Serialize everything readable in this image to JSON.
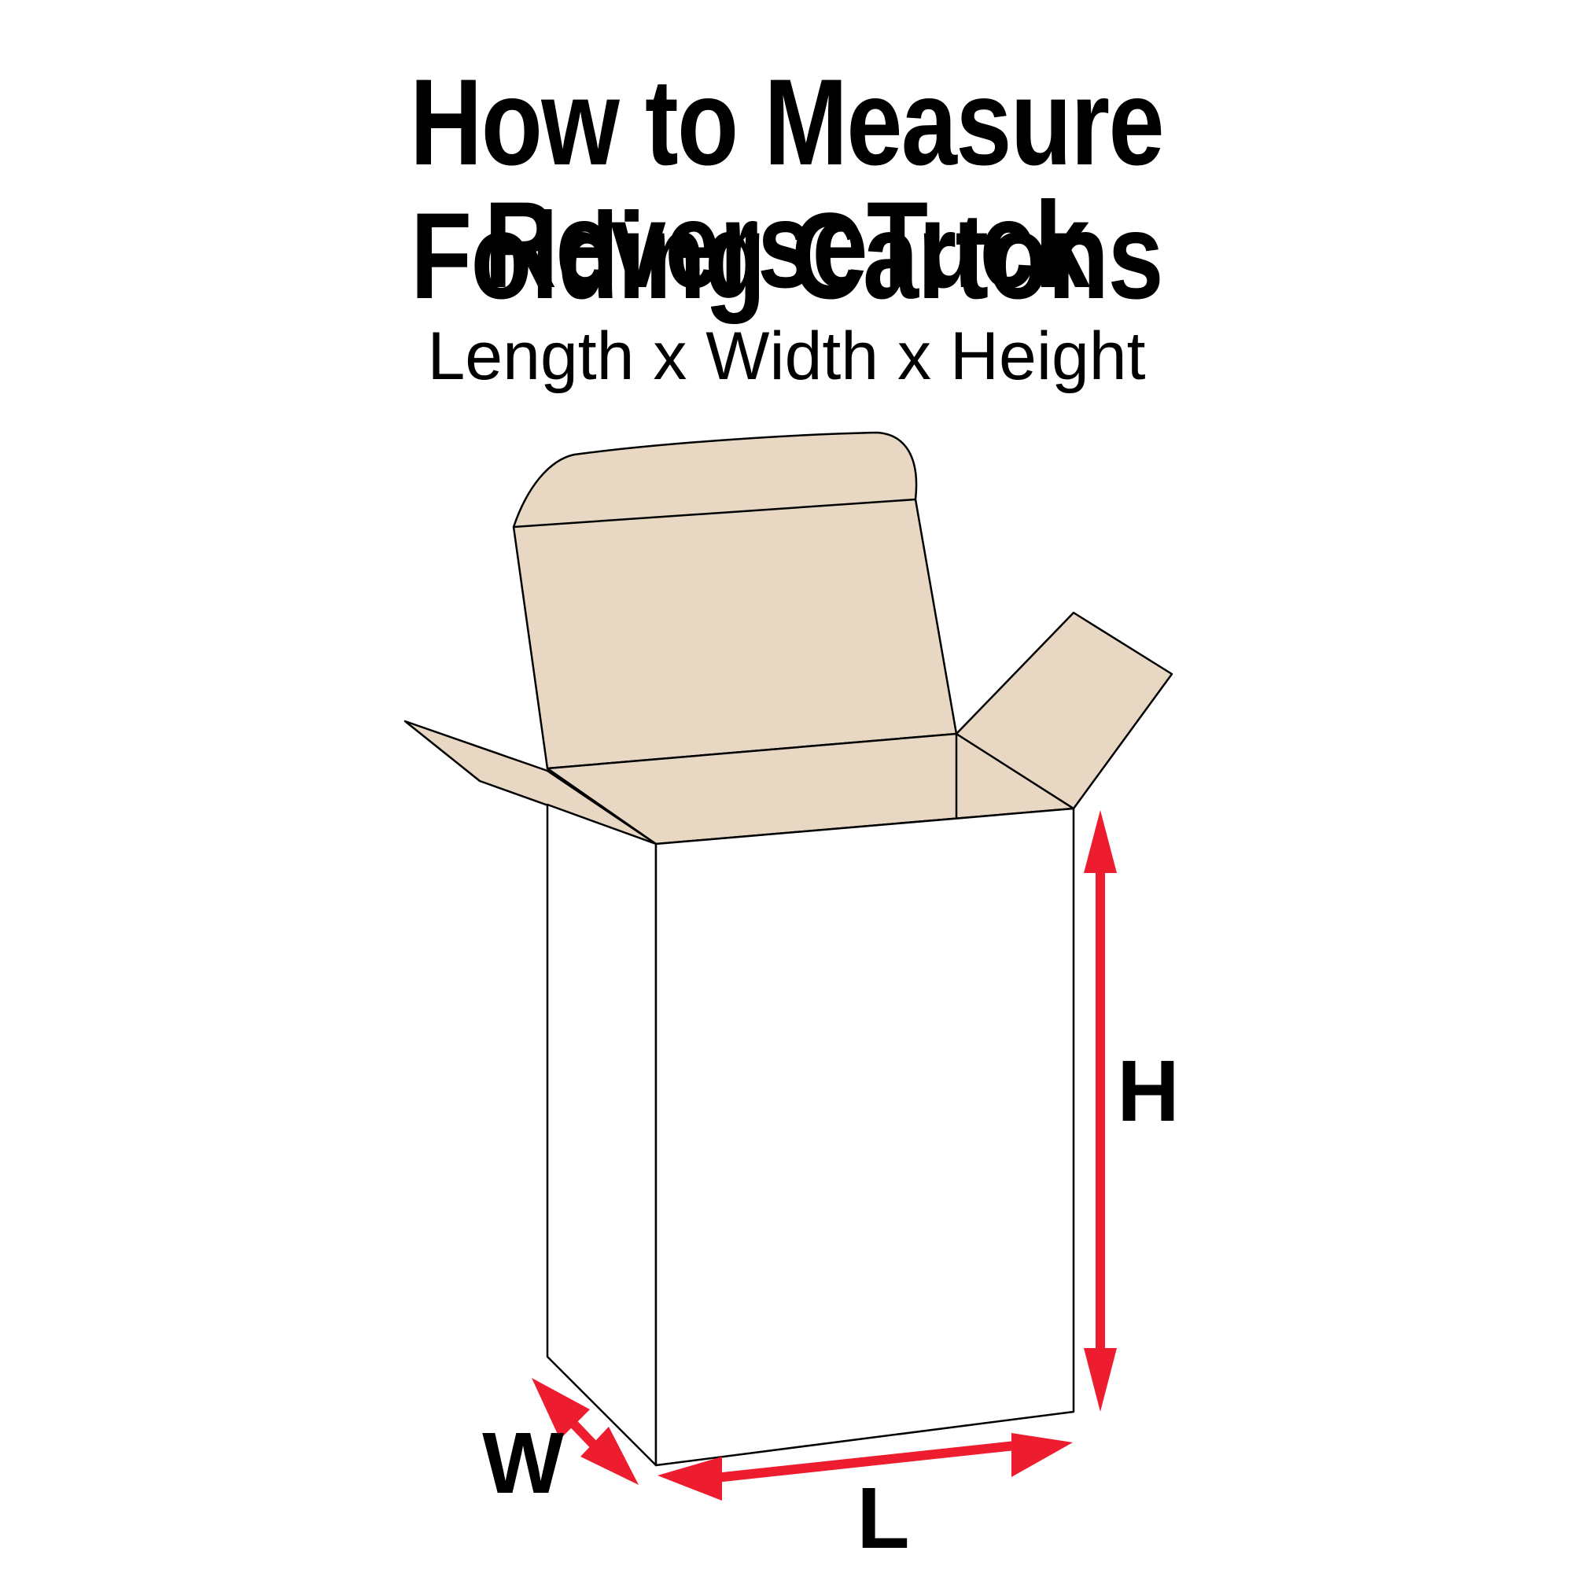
{
  "title": {
    "line1": "How to Measure ReverseTuck",
    "line2": "Folding Cartons"
  },
  "subtitle": "Length x Width x Height",
  "labels": {
    "height": "H",
    "width": "W",
    "length": "L"
  },
  "colors": {
    "panel_fill": "#e8d8c3",
    "box_fill": "#ffffff",
    "outline": "#000000",
    "arrow": "#ed1c2e"
  }
}
